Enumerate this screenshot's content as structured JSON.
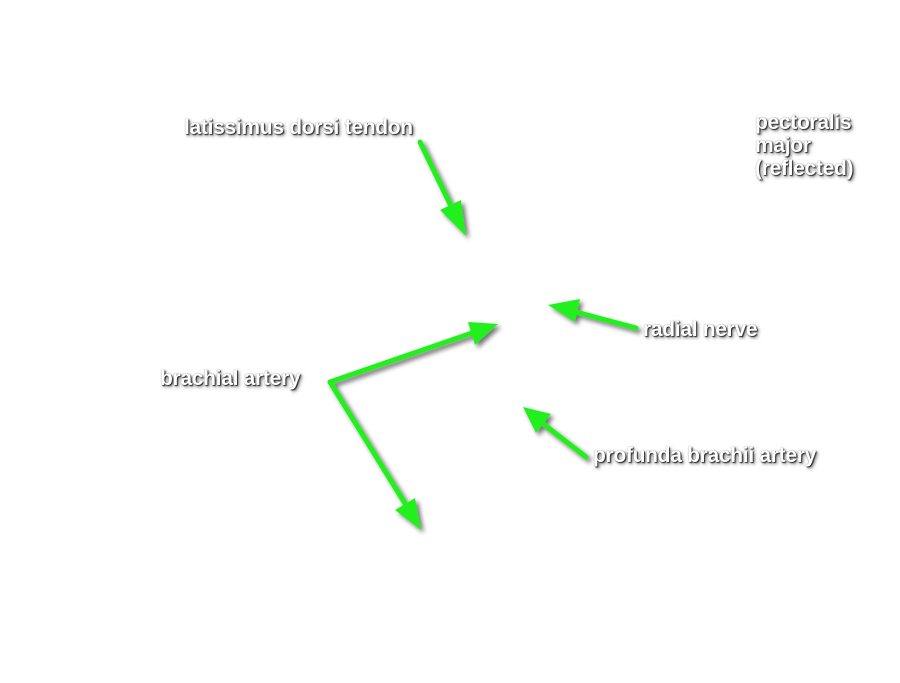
{
  "labels": {
    "latissimus": "latissimus dorsi tendon",
    "pectoralis": [
      "pectoralis",
      "major",
      "(reflected)"
    ],
    "radial": "radial nerve",
    "brachial": "brachial artery",
    "profunda": "profunda brachii artery"
  },
  "colors": {
    "arrow": "#22f01c",
    "label_text": "#ffffff"
  }
}
